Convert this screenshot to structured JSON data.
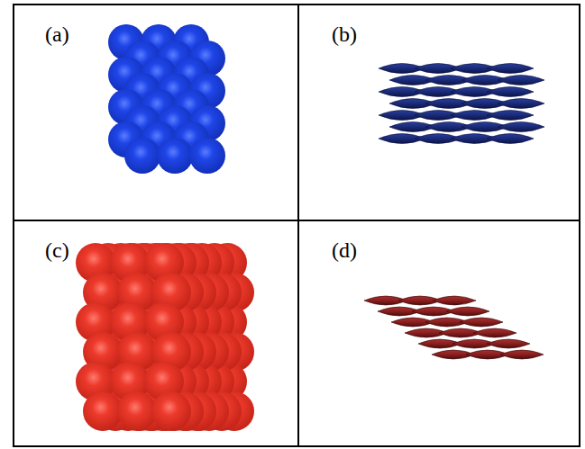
{
  "diagram": {
    "nodes": [
      {
        "text": [
          "(a)"
        ]
      },
      {
        "text": [
          "(b)"
        ]
      },
      {
        "text": [
          "(c)"
        ]
      },
      {
        "text": [
          "(d)"
        ]
      }
    ]
  }
}
